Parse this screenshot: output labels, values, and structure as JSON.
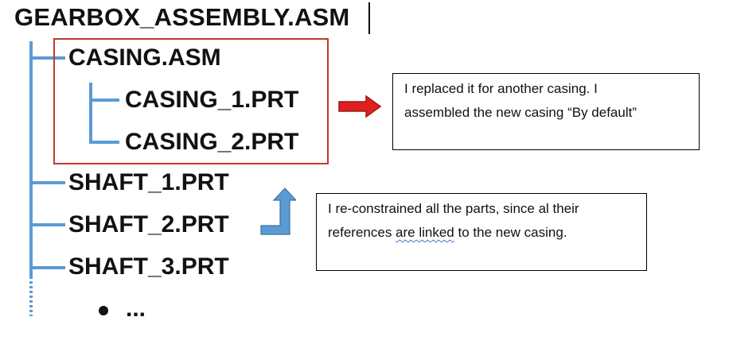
{
  "tree": {
    "root": "GEARBOX_ASSEMBLY.ASM",
    "casing_asm": "CASING.ASM",
    "casing_1": "CASING_1.PRT",
    "casing_2": "CASING_2.PRT",
    "shaft_1": "SHAFT_1.PRT",
    "shaft_2": "SHAFT_2.PRT",
    "shaft_3": "SHAFT_3.PRT",
    "more": "..."
  },
  "notes": {
    "replaced_line1": "I replaced it for another casing. I",
    "replaced_line2": "assembled the new casing “By default”",
    "reconstrained_line1": "I re-constrained all the parts, since al their",
    "reconstrained_line2_pre": "references ",
    "reconstrained_line2_flag": "are linked",
    "reconstrained_line2_post": " to the new casing."
  },
  "colors": {
    "tree_line": "#5b9bd5",
    "highlight_box": "#c0392b",
    "right_arrow": "#e02020",
    "up_arrow": "#5b9bd5"
  },
  "icons": {
    "right_arrow": "arrow-right-icon",
    "up_arrow": "arrow-bend-up-icon",
    "bullet": "bullet-icon"
  }
}
